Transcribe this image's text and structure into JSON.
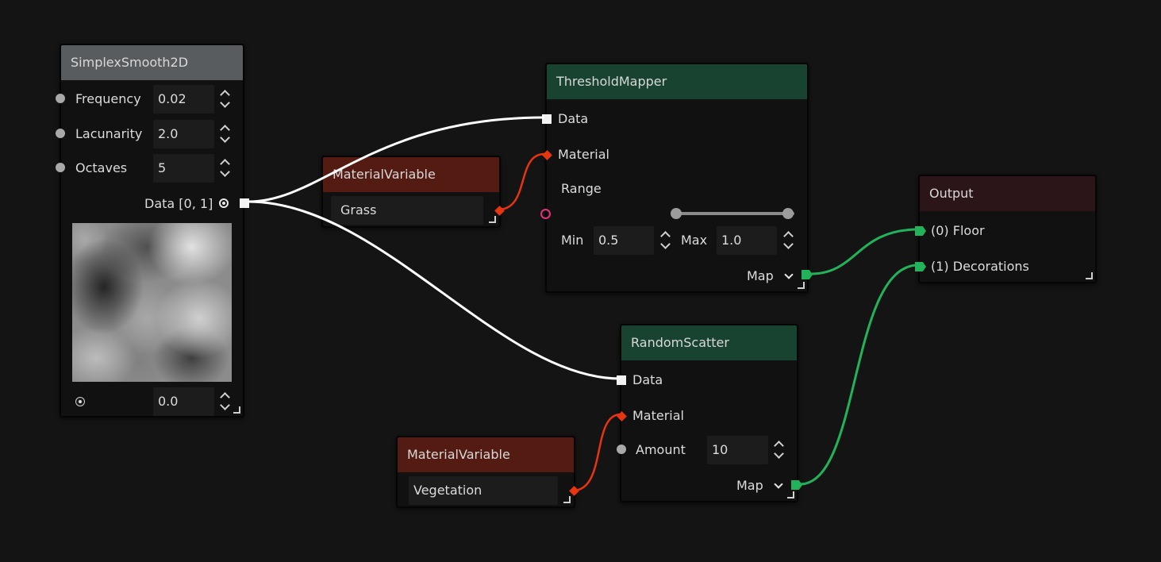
{
  "nodes": {
    "simplex": {
      "title": "SimplexSmooth2D",
      "params": [
        {
          "label": "Frequency",
          "value": "0.02"
        },
        {
          "label": "Lacunarity",
          "value": "2.0"
        },
        {
          "label": "Octaves",
          "value": "5"
        }
      ],
      "output_label": "Data [0, 1]",
      "preview_value": "0.0"
    },
    "material_grass": {
      "title": "MaterialVariable",
      "value": "Grass"
    },
    "threshold": {
      "title": "ThresholdMapper",
      "inputs": {
        "data": "Data",
        "material": "Material"
      },
      "range_label": "Range",
      "min_label": "Min",
      "min_value": "0.5",
      "max_label": "Max",
      "max_value": "1.0",
      "output_label": "Map"
    },
    "random_scatter": {
      "title": "RandomScatter",
      "inputs": {
        "data": "Data",
        "material": "Material"
      },
      "amount_label": "Amount",
      "amount_value": "10",
      "output_label": "Map"
    },
    "material_vegetation": {
      "title": "MaterialVariable",
      "value": "Vegetation"
    },
    "output": {
      "title": "Output",
      "slots": [
        "(0) Floor",
        "(1) Decorations"
      ]
    }
  },
  "colors": {
    "background": "#141414",
    "header_gray": "#595c5f",
    "header_green": "#184331",
    "header_red": "#541b12",
    "header_maroon": "#2c1519",
    "wire_data": "#ffffff",
    "wire_material": "#e6350f",
    "wire_map": "#22b35a"
  }
}
